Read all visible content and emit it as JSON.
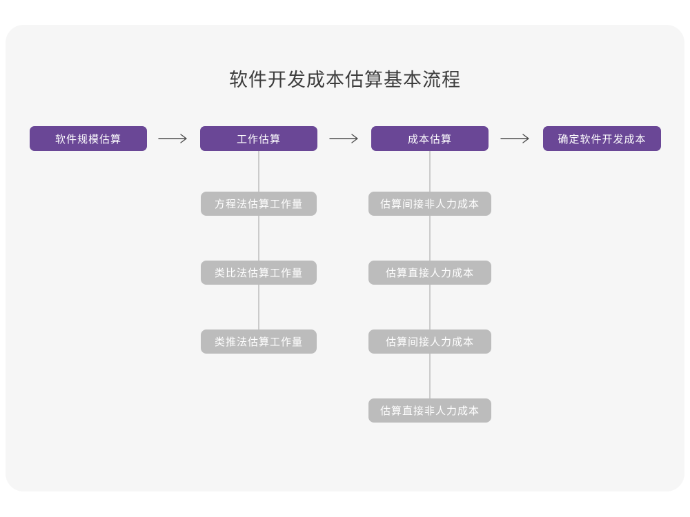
{
  "title": "软件开发成本估算基本流程",
  "colors": {
    "page_background": "#FFFFFF",
    "card_background": "#F6F6F6",
    "primary_node": "#6A4796",
    "secondary_node": "#BCBCBC",
    "node_text": "#FFFFFF",
    "title_text": "#3C3C3C",
    "arrow": "#4D4D4D",
    "connector_line": "#CBCBCB"
  },
  "flow": {
    "main_steps": [
      {
        "label": "软件规模估算"
      },
      {
        "label": "工作估算"
      },
      {
        "label": "成本估算"
      },
      {
        "label": "确定软件开发成本"
      }
    ],
    "work_estimation_methods": [
      "方程法估算工作量",
      "类比法估算工作量",
      "类推法估算工作量"
    ],
    "cost_estimation_steps": [
      "估算间接非人力成本",
      "估算直接人力成本",
      "估算间接人力成本",
      "估算直接非人力成本"
    ]
  }
}
